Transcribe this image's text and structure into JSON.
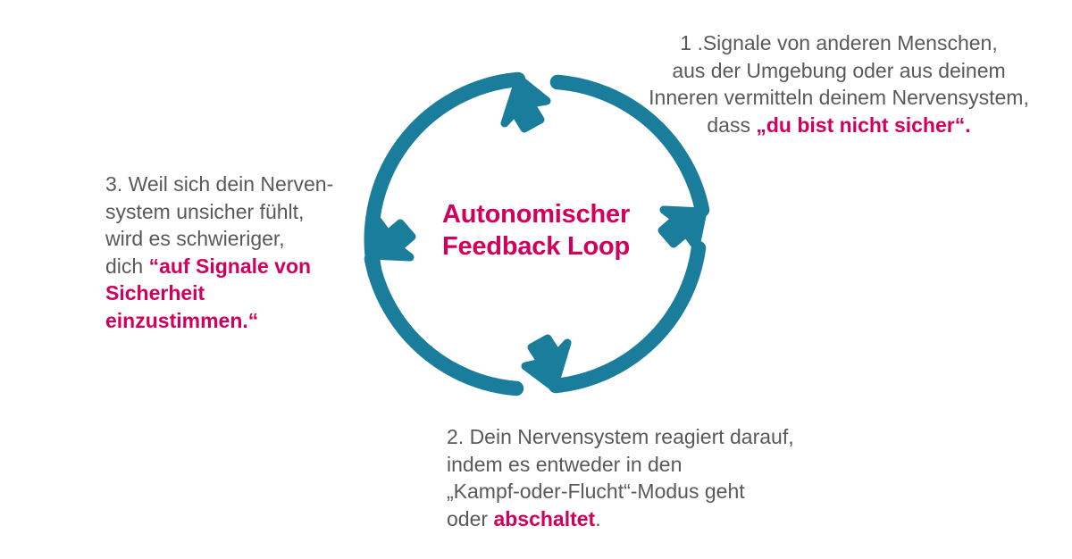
{
  "colors": {
    "teal": "#1A7D9B",
    "magenta": "#D1005D",
    "gray_text": "#58595B",
    "background": "#FFFFFF"
  },
  "center": {
    "line1": "Autonomischer",
    "line2": "Feedback Loop"
  },
  "steps": [
    {
      "id": "step-1",
      "position": "top-right",
      "lines": [
        {
          "plain": "1 .Signale von anderen Menschen,"
        },
        {
          "plain": "aus der Umgebung oder aus deinem"
        },
        {
          "plain": "Inneren vermitteln deinem Nervensystem,"
        },
        {
          "plain": "dass ",
          "highlight": "„du bist nicht sicher“.",
          "tail": ""
        }
      ]
    },
    {
      "id": "step-2",
      "position": "bottom-center",
      "lines": [
        {
          "plain": "2. Dein Nervensystem reagiert darauf,"
        },
        {
          "plain": "indem es entweder in den"
        },
        {
          "plain": "„Kampf-oder-Flucht“-Modus geht"
        },
        {
          "plain": "oder ",
          "highlight": "abschaltet",
          "tail": "."
        }
      ]
    },
    {
      "id": "step-3",
      "position": "middle-left",
      "lines": [
        {
          "plain": "3. Weil sich dein Nerven-"
        },
        {
          "plain": "system unsicher fühlt,"
        },
        {
          "plain": "wird es schwieriger,"
        },
        {
          "plain": "dich ",
          "highlight": "“auf Signale von",
          "tail": ""
        },
        {
          "plain": "",
          "highlight": "Sicherheit",
          "tail": ""
        },
        {
          "plain": "",
          "highlight": "einzustimmen.“",
          "tail": ""
        }
      ]
    }
  ],
  "diagram": {
    "type": "cycle",
    "arrow_count": 4,
    "arrow_directions": [
      "clockwise-top-right",
      "clockwise-right-down",
      "clockwise-bottom-left",
      "clockwise-left-up"
    ],
    "description": "Four teal quarter-circle arrows forming a clockwise loop"
  }
}
